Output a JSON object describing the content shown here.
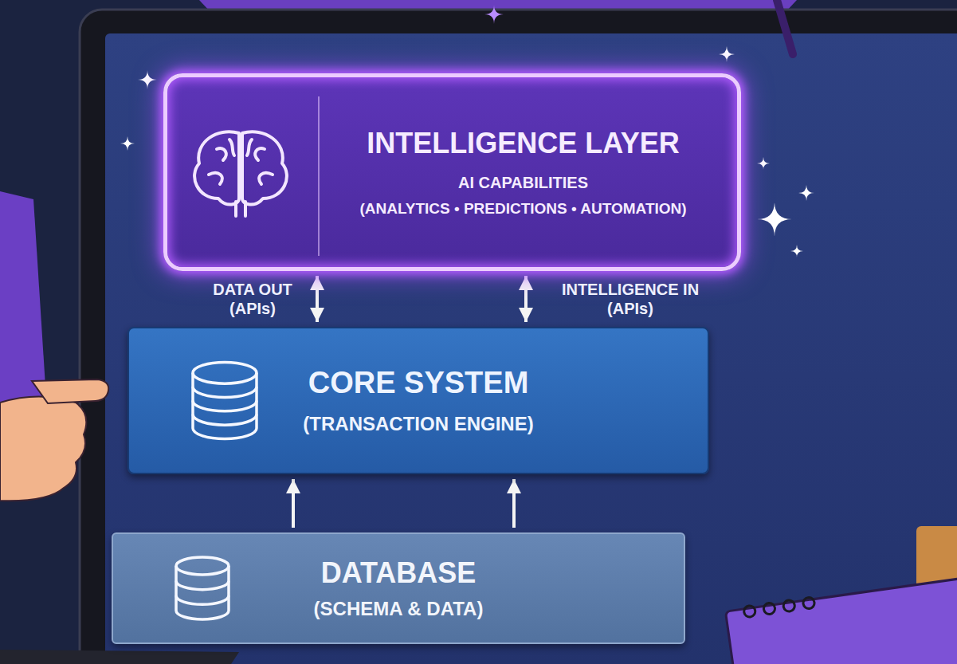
{
  "diagram": {
    "nodes": [
      {
        "text": [
          "INTELLIGENCE LAYER",
          "AI CAPABILITIES",
          "(ANALYTICS • PREDICTIONS • AUTOMATION)"
        ]
      },
      {
        "text": [
          "CORE SYSTEM",
          "(TRANSACTION ENGINE)"
        ]
      },
      {
        "text": [
          "DATABASE",
          "(SCHEMA & DATA)"
        ]
      }
    ],
    "edges": [
      {
        "from": 0,
        "to": 1,
        "arrow": "both",
        "label": "DATA OUT (APIs)"
      },
      {
        "from": 0,
        "to": 1,
        "arrow": "both",
        "label": "INTELLIGENCE IN (APIs)"
      },
      {
        "from": 2,
        "to": 1,
        "arrow": "to"
      },
      {
        "from": 2,
        "to": 1,
        "arrow": "to"
      }
    ]
  }
}
